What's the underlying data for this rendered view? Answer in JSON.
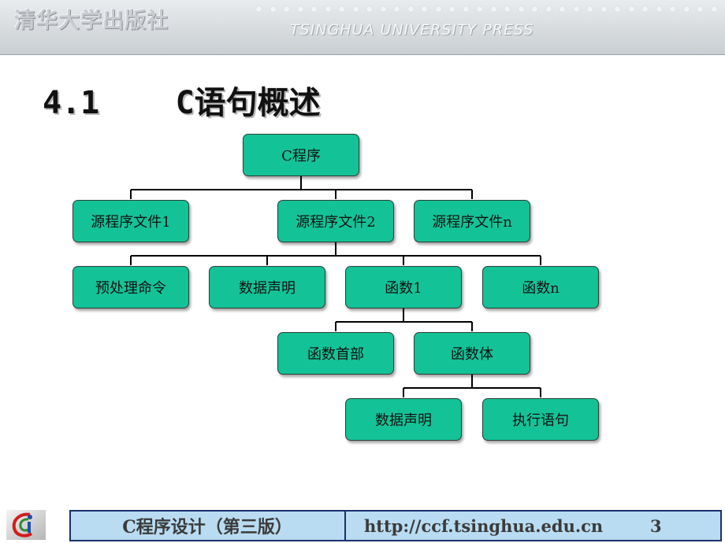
{
  "header": {
    "publisher_cn": "清华大学出版社",
    "publisher_en": "TSINGHUA UNIVERSITY PRESS"
  },
  "slide": {
    "title": "4.1    C语句概述"
  },
  "tree": {
    "root": "C程序",
    "level1": [
      "源程序文件1",
      "源程序文件2",
      "源程序文件n"
    ],
    "level2": [
      "预处理命令",
      "数据声明",
      "函数1",
      "函数n"
    ],
    "level3": [
      "函数首部",
      "函数体"
    ],
    "level4": [
      "数据声明",
      "执行语句"
    ]
  },
  "footer": {
    "book_title": "C程序设计（第三版）",
    "url": "http://ccf.tsinghua.edu.cn",
    "page_number": "3"
  }
}
